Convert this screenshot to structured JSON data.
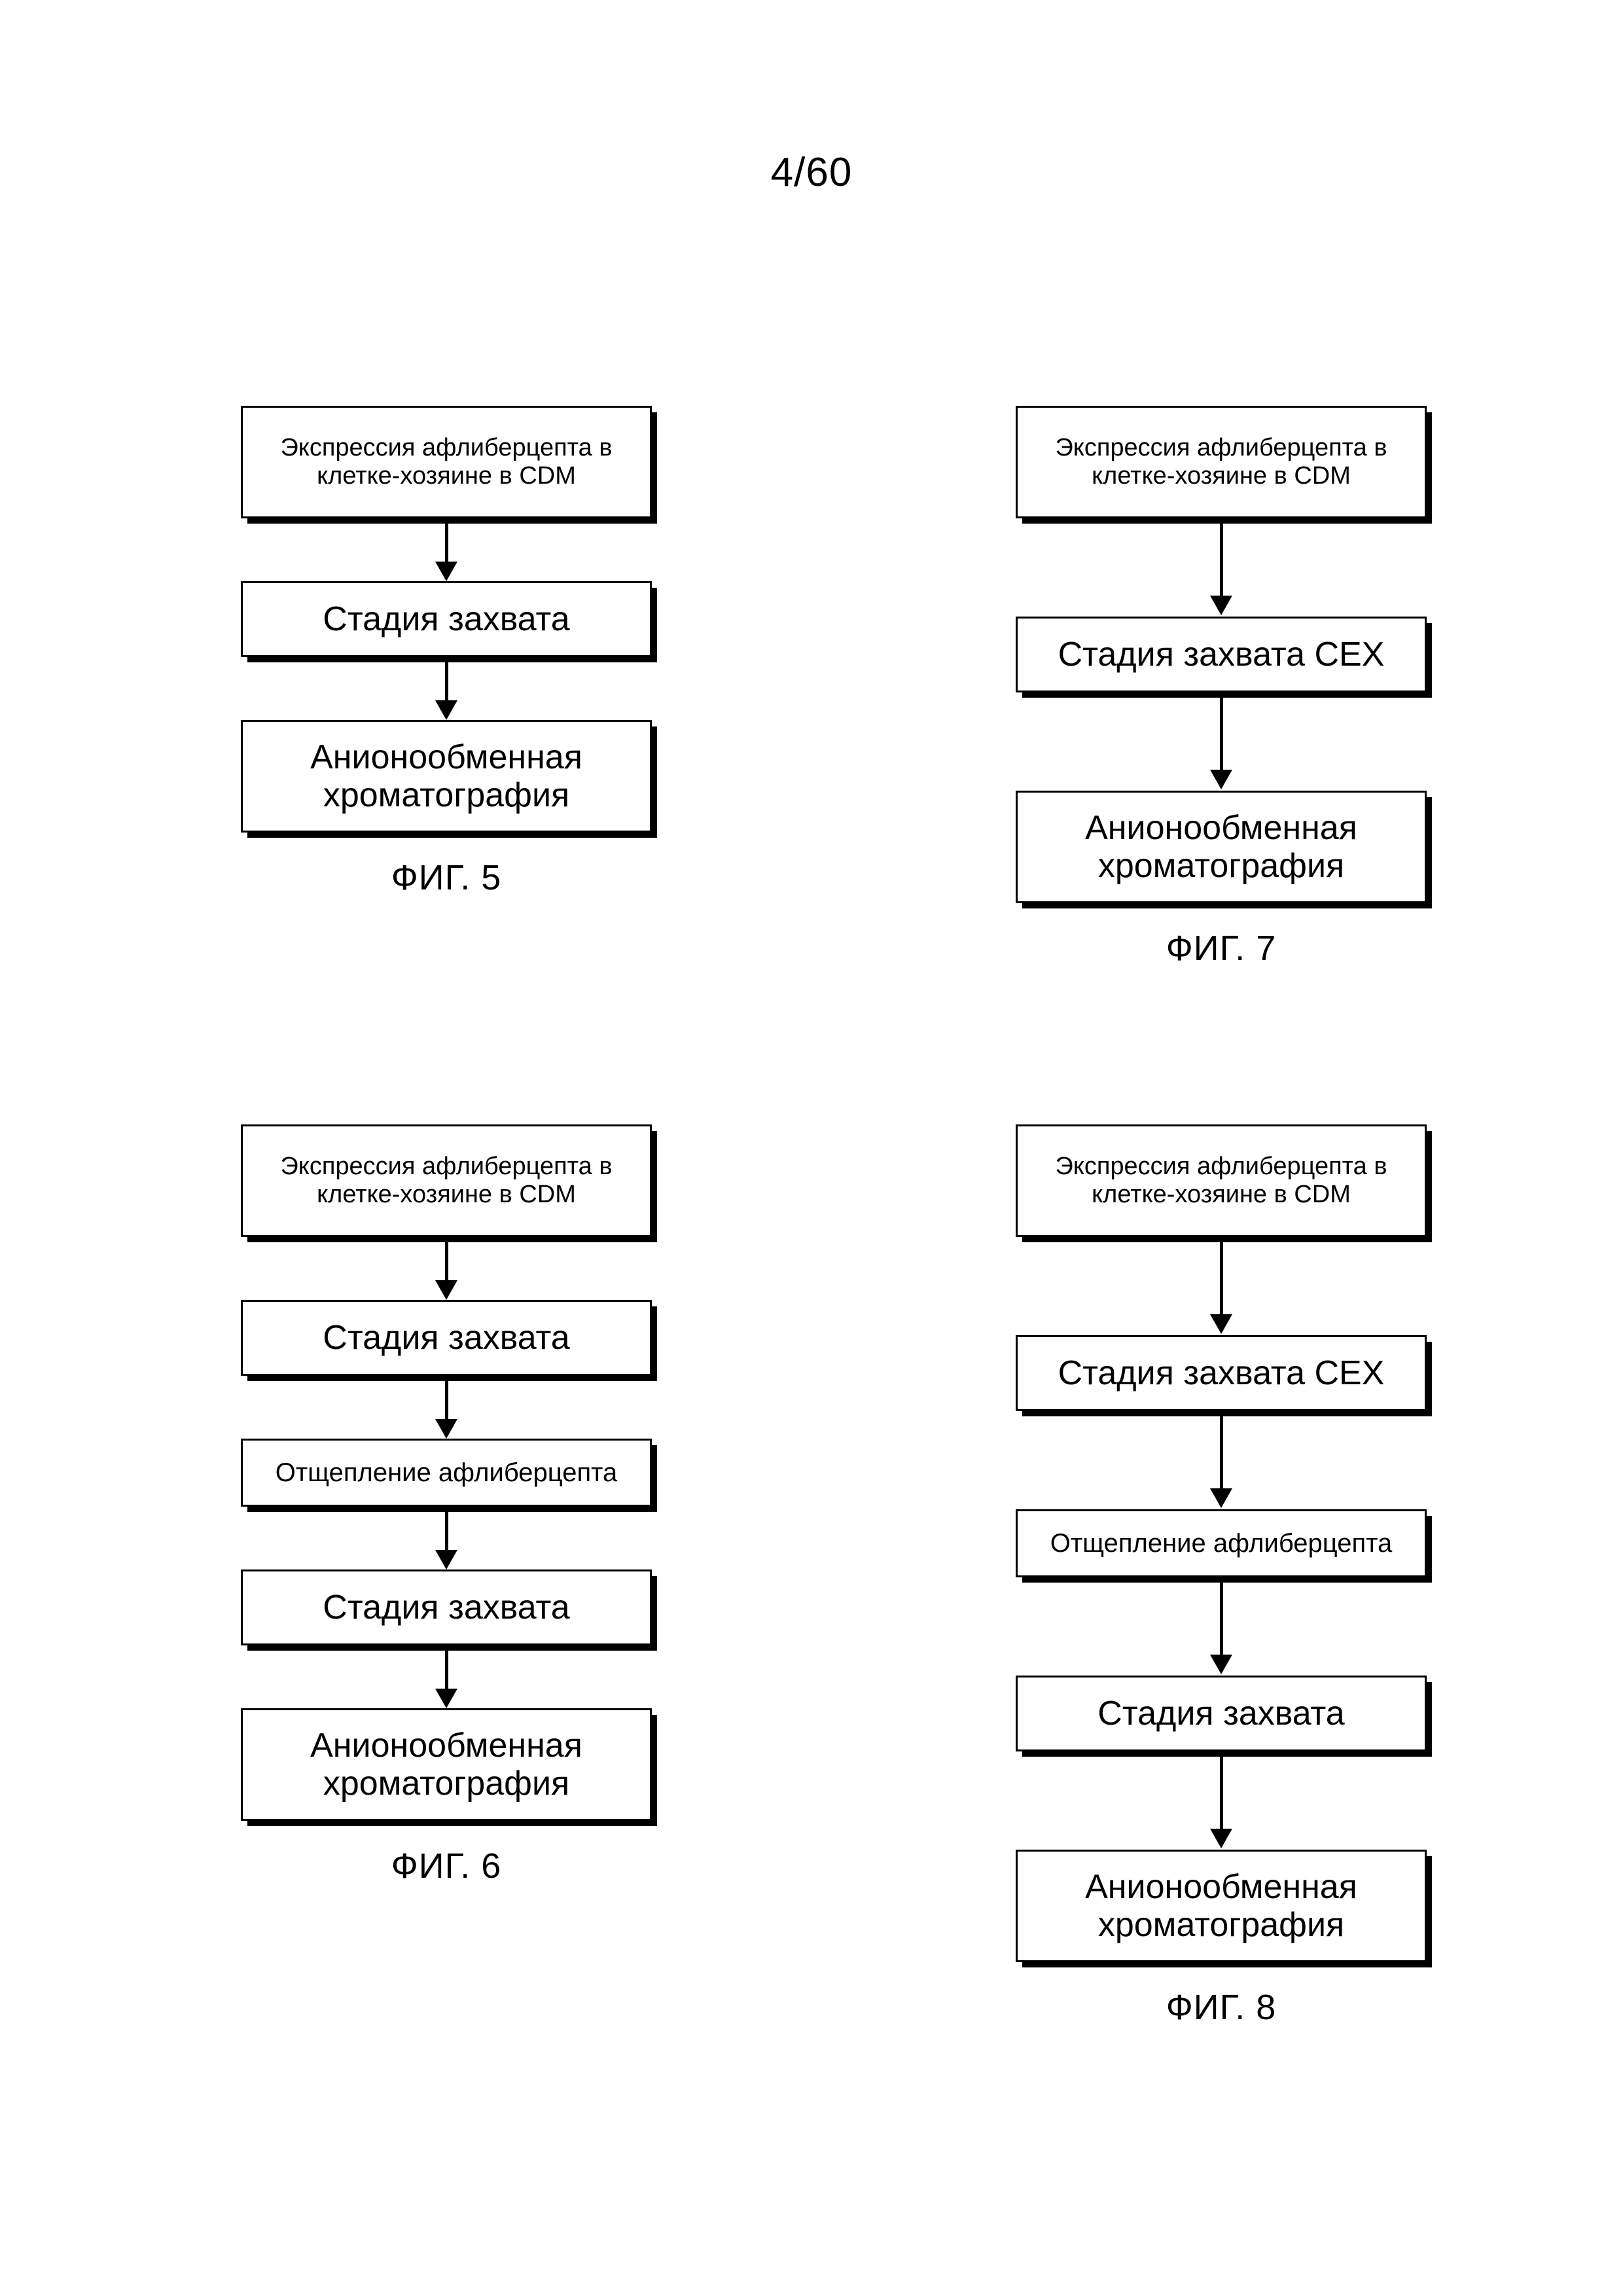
{
  "page": {
    "number": "4/60"
  },
  "strings": {
    "expression": "Экспрессия афлиберцепта в клетке-хозяине в CDM",
    "capture": "Стадия захвата",
    "capture_cex": "Стадия захвата CEX",
    "cleavage": "Отщепление афлиберцепта",
    "aex": "Анионообменная хроматография"
  },
  "figures": [
    {
      "id": "fig5",
      "caption": "ФИГ. 5",
      "nodes": [
        {
          "text": "Экспрессия афлиберцепта в клетке-хозяине в CDM",
          "size": "small",
          "height": "tall"
        },
        {
          "text": "Стадия захвата",
          "size": "large",
          "height": "mid"
        },
        {
          "text": "Анионообменная хроматография",
          "size": "large",
          "height": "tall"
        }
      ]
    },
    {
      "id": "fig7",
      "caption": "ФИГ. 7",
      "nodes": [
        {
          "text": "Экспрессия афлиберцепта в клетке-хозяине в CDM",
          "size": "small",
          "height": "tall"
        },
        {
          "text": "Стадия захвата CEX",
          "size": "large",
          "height": "mid"
        },
        {
          "text": "Анионообменная хроматография",
          "size": "large",
          "height": "tall"
        }
      ]
    },
    {
      "id": "fig6",
      "caption": "ФИГ. 6",
      "nodes": [
        {
          "text": "Экспрессия афлиберцепта в клетке-хозяине в CDM",
          "size": "small",
          "height": "tall"
        },
        {
          "text": "Стадия захвата",
          "size": "large",
          "height": "mid"
        },
        {
          "text": "Отщепление афлиберцепта",
          "size": "mid",
          "height": "short"
        },
        {
          "text": "Стадия захвата",
          "size": "large",
          "height": "mid"
        },
        {
          "text": "Анионообменная хроматография",
          "size": "large",
          "height": "tall"
        }
      ]
    },
    {
      "id": "fig8",
      "caption": "ФИГ. 8",
      "nodes": [
        {
          "text": "Экспрессия афлиберцепта в клетке-хозяине в CDM",
          "size": "small",
          "height": "tall"
        },
        {
          "text": "Стадия захвата CEX",
          "size": "large",
          "height": "mid"
        },
        {
          "text": "Отщепление афлиберцепта",
          "size": "mid",
          "height": "short"
        },
        {
          "text": "Стадия захвата",
          "size": "large",
          "height": "mid"
        },
        {
          "text": "Анионообменная хроматография",
          "size": "large",
          "height": "tall"
        }
      ]
    }
  ],
  "colors": {
    "ink": "#000000",
    "paper": "#ffffff"
  }
}
